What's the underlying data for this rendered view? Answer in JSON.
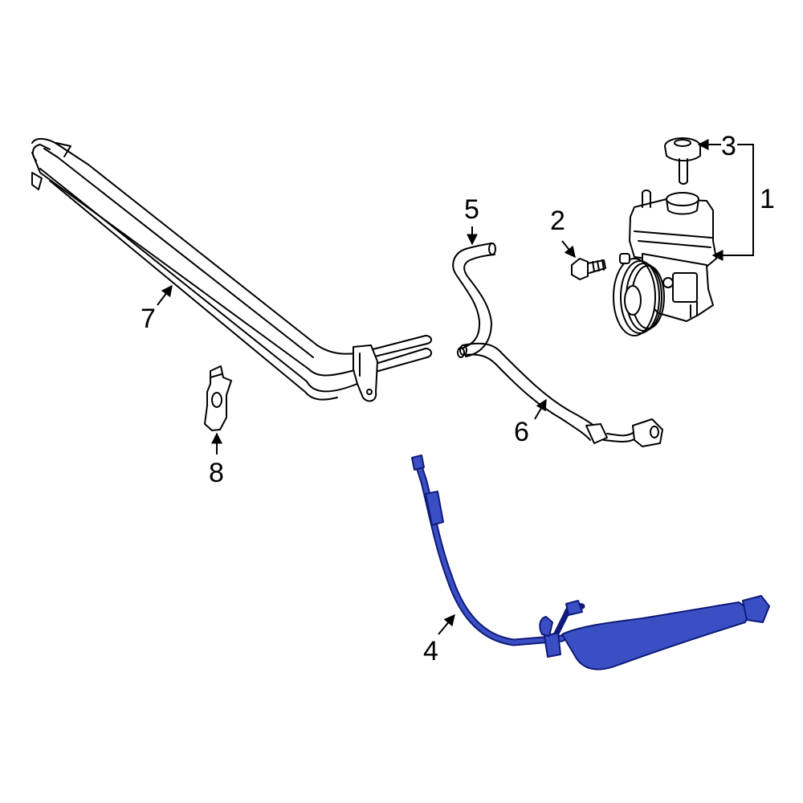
{
  "callouts": {
    "c1": "1",
    "c2": "2",
    "c3": "3",
    "c4": "4",
    "c5": "5",
    "c6": "6",
    "c7": "7",
    "c8": "8"
  },
  "colors": {
    "highlight_fill": "#3b4fc4",
    "highlight_stroke": "#0f1a7a",
    "line": "#000000",
    "background": "#ffffff"
  }
}
